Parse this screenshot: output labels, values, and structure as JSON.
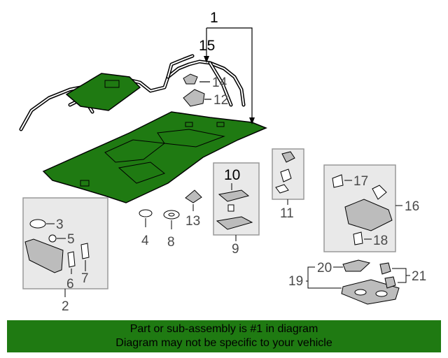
{
  "diagram": {
    "callouts": {
      "c1": "1",
      "c2": "2",
      "c3": "3",
      "c4": "4",
      "c5": "5",
      "c6": "6",
      "c7": "7",
      "c8": "8",
      "c9": "9",
      "c10": "10",
      "c11": "11",
      "c12": "12",
      "c13": "13",
      "c14": "14",
      "c15": "15",
      "c16": "16",
      "c17": "17",
      "c18": "18",
      "c19": "19",
      "c20": "20",
      "c21": "21"
    },
    "colors": {
      "headliner": "#1f7a12",
      "outline": "#000000",
      "part_gray": "#bcbcbc",
      "box": "#e9e9e9"
    }
  },
  "footer": {
    "line1": "Part or sub-assembly is #1 in diagram",
    "line2": "Diagram may not be specific to your vehicle"
  }
}
